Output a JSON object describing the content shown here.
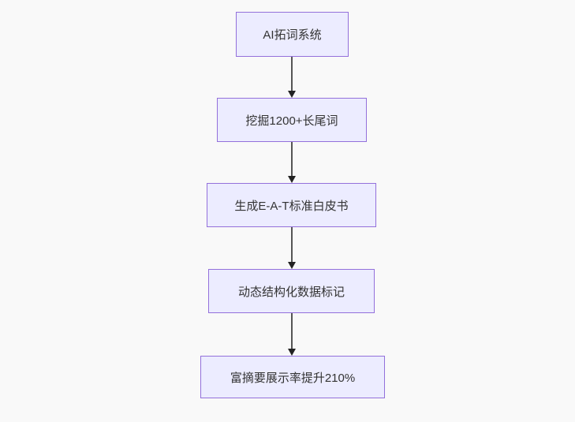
{
  "theme": {
    "background": "#f9f9f9",
    "node_fill": "#ECECFF",
    "node_border": "#9370DB",
    "text_color": "#333333",
    "edge_line": "#555555",
    "edge_head": "#222222"
  },
  "flowchart": {
    "type": "top-down-flowchart",
    "nodes": [
      {
        "id": "step-1",
        "label": "AI拓词系统"
      },
      {
        "id": "step-2",
        "label": "挖掘1200+长尾词"
      },
      {
        "id": "step-3",
        "label": "生成E-A-T标准白皮书"
      },
      {
        "id": "step-4",
        "label": "动态结构化数据标记"
      },
      {
        "id": "step-5",
        "label": "富摘要展示率提升210%"
      }
    ],
    "edges": [
      {
        "from": "step-1",
        "to": "step-2"
      },
      {
        "from": "step-2",
        "to": "step-3"
      },
      {
        "from": "step-3",
        "to": "step-4"
      },
      {
        "from": "step-4",
        "to": "step-5"
      }
    ]
  }
}
